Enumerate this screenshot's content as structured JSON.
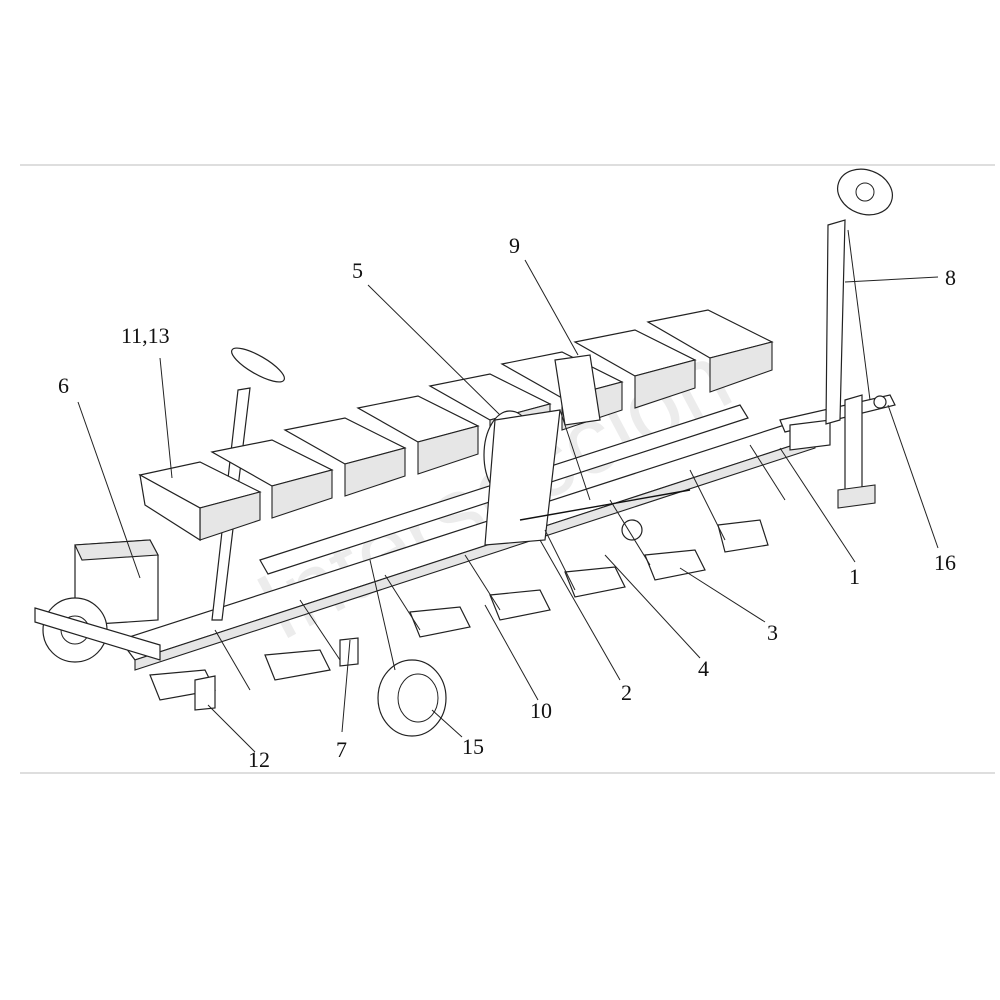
{
  "watermark": {
    "text": "Interseccion"
  },
  "callouts": [
    {
      "id": "1",
      "label": "1"
    },
    {
      "id": "2",
      "label": "2"
    },
    {
      "id": "3",
      "label": "3"
    },
    {
      "id": "4",
      "label": "4"
    },
    {
      "id": "5",
      "label": "5"
    },
    {
      "id": "6",
      "label": "6"
    },
    {
      "id": "7",
      "label": "7"
    },
    {
      "id": "8",
      "label": "8"
    },
    {
      "id": "9",
      "label": "9"
    },
    {
      "id": "10",
      "label": "10"
    },
    {
      "id": "11-13",
      "label": "11,13"
    },
    {
      "id": "12",
      "label": "12"
    },
    {
      "id": "15",
      "label": "15"
    },
    {
      "id": "16",
      "label": "16"
    }
  ],
  "colors": {
    "line": "#111111",
    "hopper_fill": "#ffffff",
    "shadow": "#e6e6e6",
    "rule": "#bdbdbd"
  }
}
